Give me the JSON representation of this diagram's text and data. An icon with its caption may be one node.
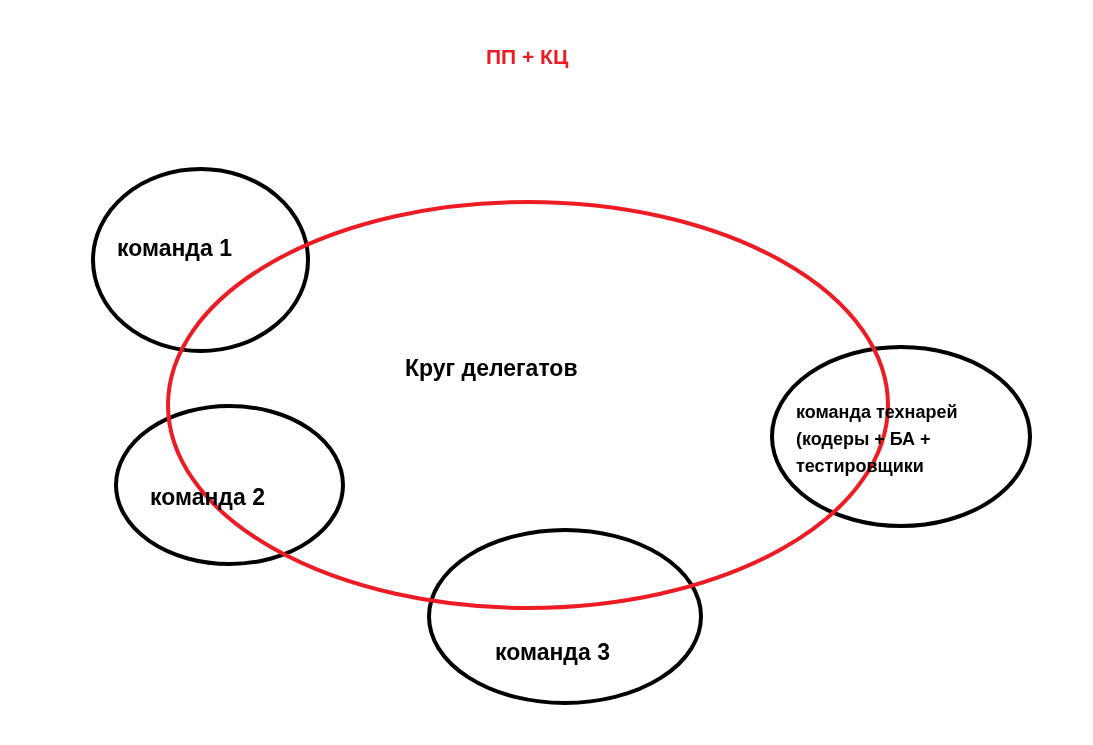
{
  "diagram": {
    "title": "ПП + КЦ",
    "nodes": [
      {
        "text": [
          "команда 1"
        ]
      },
      {
        "text": [
          "Круг делегатов"
        ]
      },
      {
        "text": [
          "команда технарей (кодеры + БА + тестировщики"
        ]
      },
      {
        "text": [
          "команда 2"
        ]
      },
      {
        "text": [
          "команда 3"
        ]
      }
    ]
  }
}
